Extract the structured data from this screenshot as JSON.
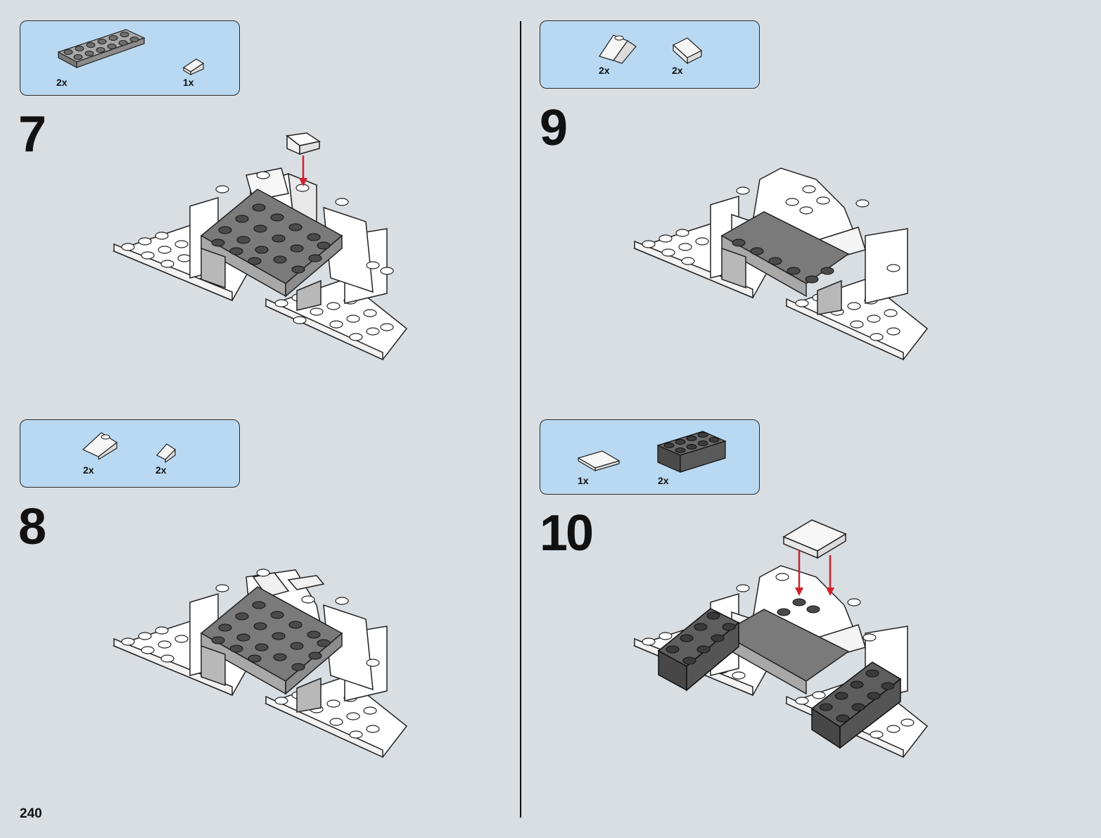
{
  "page_number": "240",
  "steps": [
    {
      "number": "7",
      "parts": [
        {
          "qty": "2x",
          "icon": "gray-plate-2x6-icon"
        },
        {
          "qty": "1x",
          "icon": "white-slope-icon"
        }
      ]
    },
    {
      "number": "8",
      "parts": [
        {
          "qty": "2x",
          "icon": "white-slope-2x2-icon"
        },
        {
          "qty": "2x",
          "icon": "white-slope-1x1-icon"
        }
      ]
    },
    {
      "number": "9",
      "parts": [
        {
          "qty": "2x",
          "icon": "white-slope-2x2-icon"
        },
        {
          "qty": "2x",
          "icon": "white-slope-2x2-inverted-icon"
        }
      ]
    },
    {
      "number": "10",
      "parts": [
        {
          "qty": "1x",
          "icon": "white-tile-2x2-icon"
        },
        {
          "qty": "2x",
          "icon": "dark-gray-brick-2x4-icon"
        }
      ]
    }
  ],
  "colors": {
    "background": "#d9dee3",
    "parts_box": "#b9d9f2",
    "arrow": "#d0202a",
    "dark_brick": "#5a5a5a",
    "gray_plate": "#8c8c8c"
  }
}
